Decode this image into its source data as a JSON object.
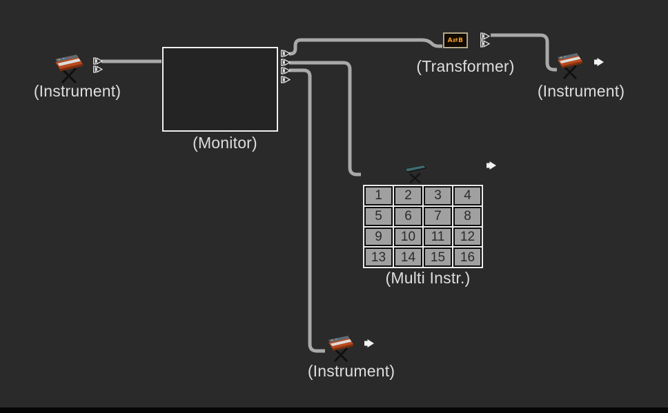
{
  "app_context": "MIDI environment routing canvas",
  "colors": {
    "background": "#2a2a2a",
    "cable": "#a9a9a9",
    "label_text": "#dedede",
    "object_outline": "#f0f0f0",
    "grid_cell_bg": "#a0a0a0",
    "grid_cell_text": "#2b2b2b",
    "transformer_text_color": "#f09f2a"
  },
  "objects": {
    "instrument_left": {
      "label": "(Instrument)",
      "icon": "keyboard-synth-icon"
    },
    "monitor": {
      "label": "(Monitor)"
    },
    "transformer": {
      "label": "(Transformer)",
      "icon_text": "A⇄B"
    },
    "instrument_top_right": {
      "label": "(Instrument)",
      "icon": "keyboard-synth-icon"
    },
    "multi_instrument": {
      "label": "(Multi Instr.)",
      "icon": "keyboard-dark-icon",
      "channels": [
        "1",
        "2",
        "3",
        "4",
        "5",
        "6",
        "7",
        "8",
        "9",
        "10",
        "11",
        "12",
        "13",
        "14",
        "15",
        "16"
      ]
    },
    "instrument_bottom": {
      "label": "(Instrument)",
      "icon": "keyboard-synth-icon"
    }
  },
  "connections": [
    "instrument_left → monitor",
    "monitor out 1 → transformer",
    "monitor out 2 → multi_instrument",
    "monitor out 3 → instrument_bottom",
    "transformer → instrument_top_right"
  ]
}
